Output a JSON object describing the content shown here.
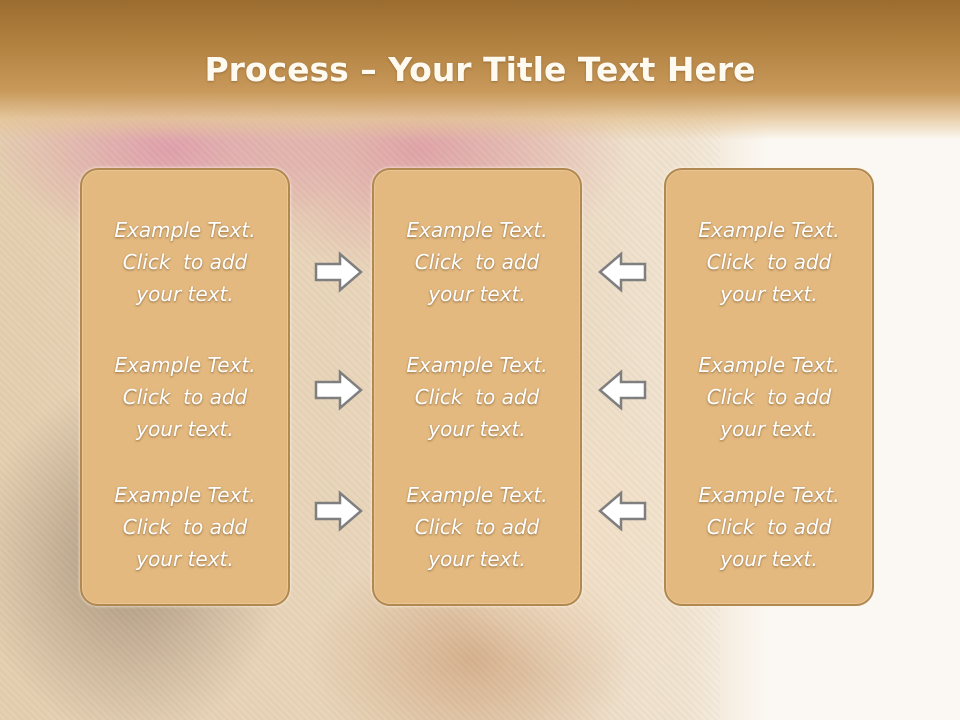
{
  "slide": {
    "title_bold": "Process",
    "title_rest": " – Your Title Text Here"
  },
  "columns": [
    {
      "items": [
        {
          "line1": "Example Text.",
          "line2": "Click  to add",
          "line3": "your text."
        },
        {
          "line1": "Example Text.",
          "line2": "Click  to add",
          "line3": "your text."
        },
        {
          "line1": "Example Text.",
          "line2": "Click  to add",
          "line3": "your text."
        }
      ]
    },
    {
      "items": [
        {
          "line1": "Example Text.",
          "line2": "Click  to add",
          "line3": "your text."
        },
        {
          "line1": "Example Text.",
          "line2": "Click  to add",
          "line3": "your text."
        },
        {
          "line1": "Example Text.",
          "line2": "Click  to add",
          "line3": "your text."
        }
      ]
    },
    {
      "items": [
        {
          "line1": "Example Text.",
          "line2": "Click  to add",
          "line3": "your text."
        },
        {
          "line1": "Example Text.",
          "line2": "Click  to add",
          "line3": "your text."
        },
        {
          "line1": "Example Text.",
          "line2": "Click  to add",
          "line3": "your text."
        }
      ]
    }
  ],
  "arrows": {
    "left_group": "arrow-right-icon",
    "right_group": "arrow-left-icon"
  },
  "colors": {
    "header": "#a87534",
    "box_fill": "#e3b97f",
    "box_border": "#b08850",
    "text": "#ffffff"
  }
}
